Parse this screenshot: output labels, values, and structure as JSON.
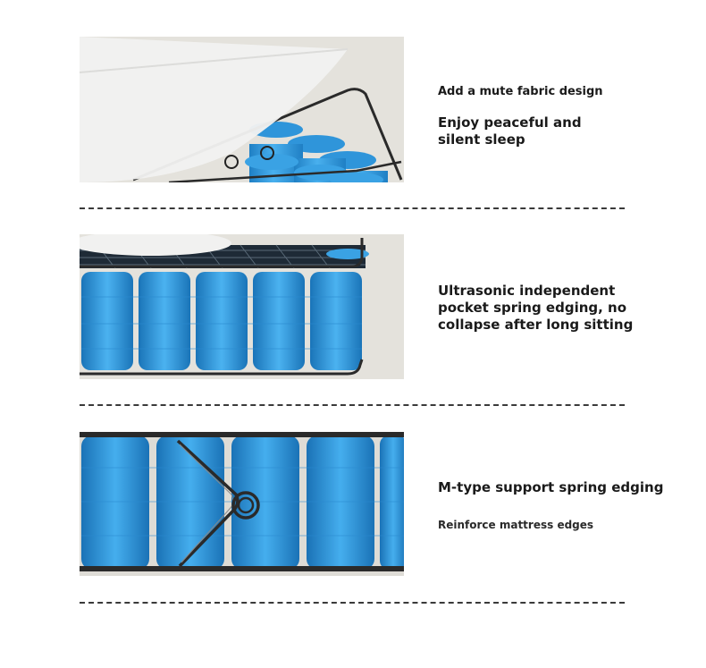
{
  "features": [
    {
      "title": "Add a mute fabric design",
      "subtitle_lines": [
        "Enjoy peaceful and",
        "silent sleep"
      ]
    },
    {
      "lines": [
        "Ultrasonic independent",
        "pocket spring edging, no",
        "collapse after long sitting"
      ]
    },
    {
      "title": "M-type support spring edging",
      "subtitle": "Reinforce mattress edges"
    }
  ],
  "colors": {
    "spring_blue": "#3a9fe0",
    "frame_black": "#2a2a2a",
    "panel_bg": "#e4e2dc",
    "fabric_white": "#f1f1f0"
  }
}
